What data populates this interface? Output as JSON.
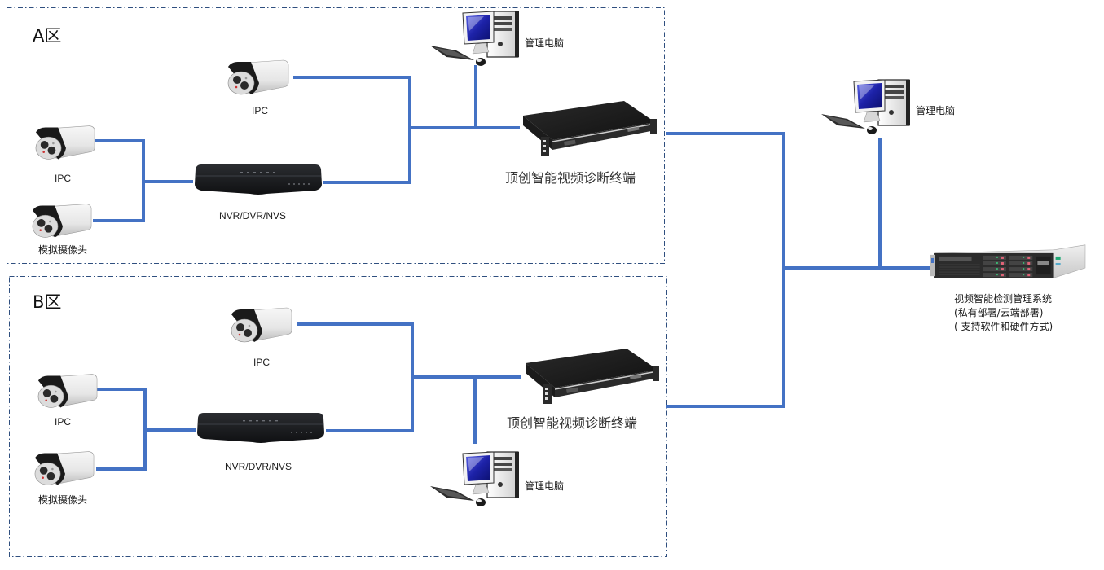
{
  "colors": {
    "link": "#4472c4",
    "zone_border": "#2f4f7f",
    "camera_body": "#e8e8e8",
    "recorder": "#1e1f22",
    "monitor_screen": "#2a2fb8"
  },
  "zones": [
    {
      "title": "A区",
      "devices": {
        "ipc_top": {
          "label": "IPC",
          "icon": "bullet-camera-icon"
        },
        "ipc_left": {
          "label": "IPC",
          "icon": "bullet-camera-icon"
        },
        "analog_cam": {
          "label": "模拟摄像头",
          "icon": "bullet-camera-icon"
        },
        "recorder": {
          "label": "NVR/DVR/NVS",
          "icon": "nvr-recorder-icon"
        },
        "pc": {
          "label": "管理电脑",
          "icon": "desktop-computer-icon"
        },
        "terminal": {
          "label": "顶创智能视频诊断终端",
          "icon": "rack-terminal-icon"
        }
      }
    },
    {
      "title": "B区",
      "devices": {
        "ipc_top": {
          "label": "IPC",
          "icon": "bullet-camera-icon"
        },
        "ipc_left": {
          "label": "IPC",
          "icon": "bullet-camera-icon"
        },
        "analog_cam": {
          "label": "模拟摄像头",
          "icon": "bullet-camera-icon"
        },
        "recorder": {
          "label": "NVR/DVR/NVS",
          "icon": "nvr-recorder-icon"
        },
        "pc": {
          "label": "管理电脑",
          "icon": "desktop-computer-icon"
        },
        "terminal": {
          "label": "顶创智能视频诊断终端",
          "icon": "rack-terminal-icon"
        }
      }
    }
  ],
  "central": {
    "pc": {
      "label": "管理电脑",
      "icon": "desktop-computer-icon"
    },
    "server": {
      "icon": "rack-server-icon",
      "label_lines": [
        "视频智能检测管理系统",
        "(私有部署/云端部署)",
        "( 支持软件和硬件方式)"
      ]
    }
  }
}
